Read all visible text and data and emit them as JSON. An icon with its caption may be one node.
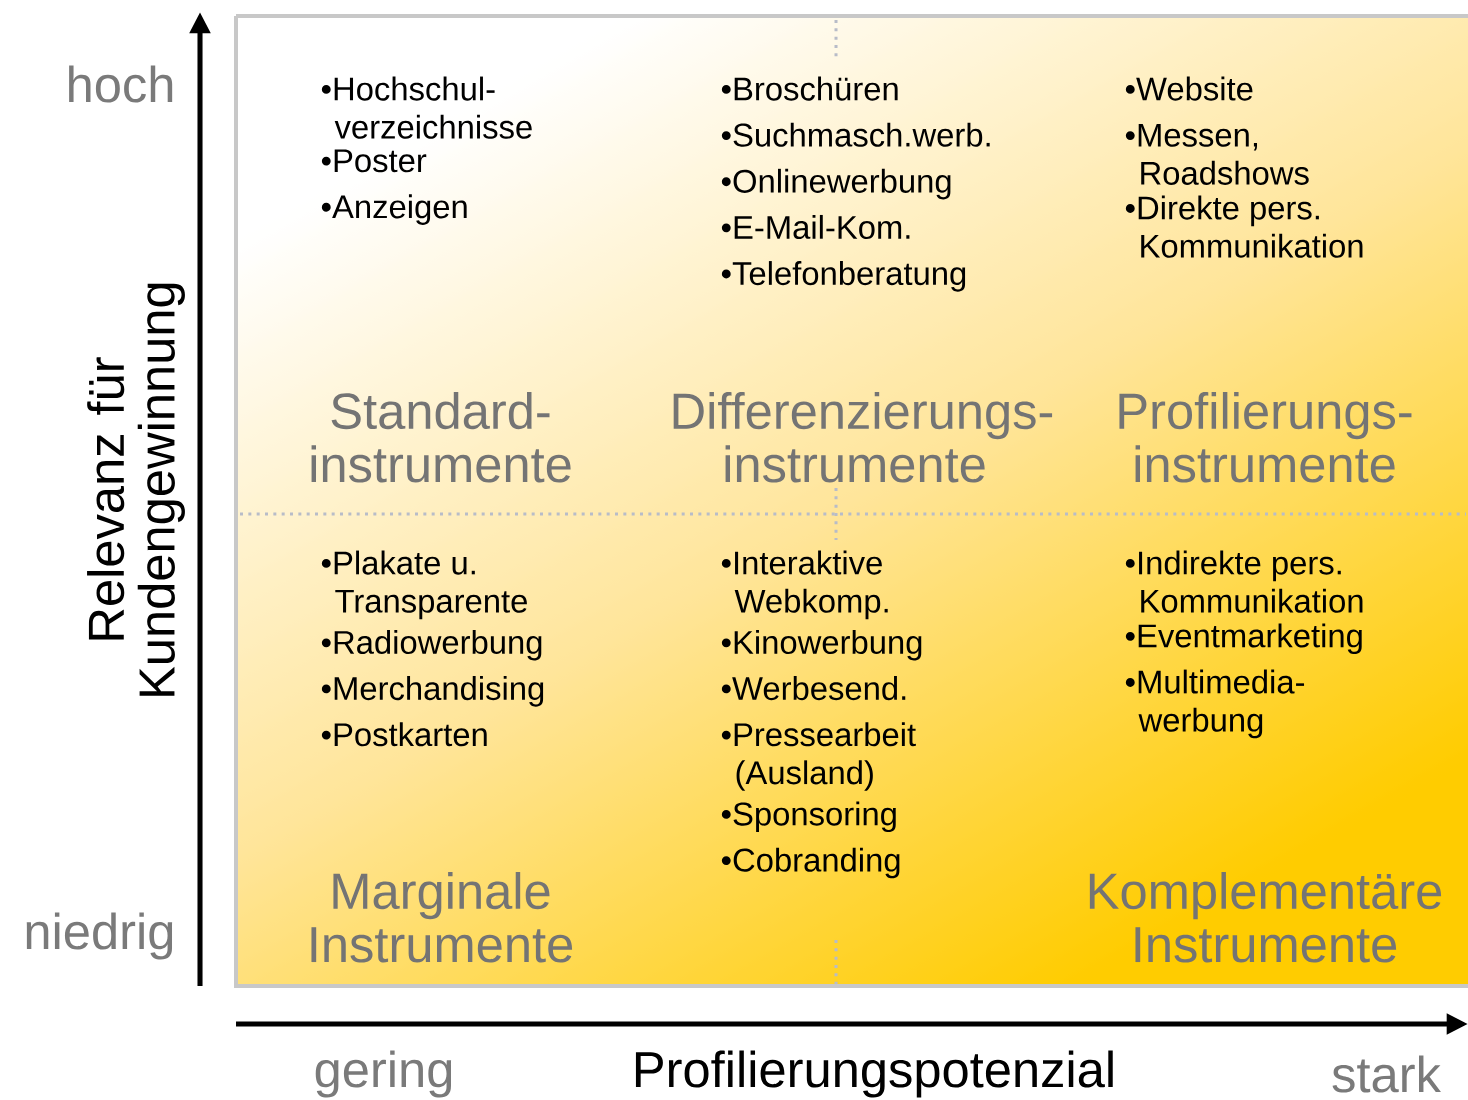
{
  "diagram": {
    "nodes": [
      {
        "text": [
          "•Hochschul- verzeichnisse",
          "•Poster",
          "•Anzeigen",
          "Standard- instrumente"
        ]
      },
      {
        "text": [
          "•Broschüren",
          "•Suchmasch.werb.",
          "•Onlinewerbung",
          "•E-Mail-Kom.",
          "•Telefonberatung",
          "Differenzierungs- instrumente"
        ]
      },
      {
        "text": [
          "•Website",
          "•Messen, Roadshows",
          "•Direkte pers. Kommunikation",
          "Profilierungs- instrumente"
        ]
      },
      {
        "text": [
          "•Plakate u. Transparente",
          "•Radiowerbung",
          "•Merchandising",
          "•Postkarten",
          "Marginale Instrumente"
        ]
      },
      {
        "text": [
          "•Interaktive Webkomp.",
          "•Kinowerbung",
          "•Werbesend.",
          "•Pressearbeit (Ausland)",
          "•Sponsoring",
          "•Cobranding"
        ]
      },
      {
        "text": [
          "•Indirekte pers. Kommunikation",
          "•Eventmarketing",
          "•Multimedia- werbung",
          "Komplementäre Instrumente"
        ]
      }
    ],
    "labels": [
      "hoch",
      "niedrig",
      "Relevanz für Kundengewinnung",
      "gering",
      "Profilierungspotenzial",
      "stark"
    ]
  }
}
